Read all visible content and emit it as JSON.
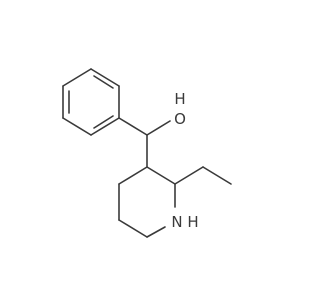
{
  "molecule": {
    "atoms": {
      "hydroxyl_oxygen": "O",
      "hydroxyl_hydrogen": "H",
      "ring_nitrogen": "N",
      "amine_hydrogen": "H"
    }
  }
}
